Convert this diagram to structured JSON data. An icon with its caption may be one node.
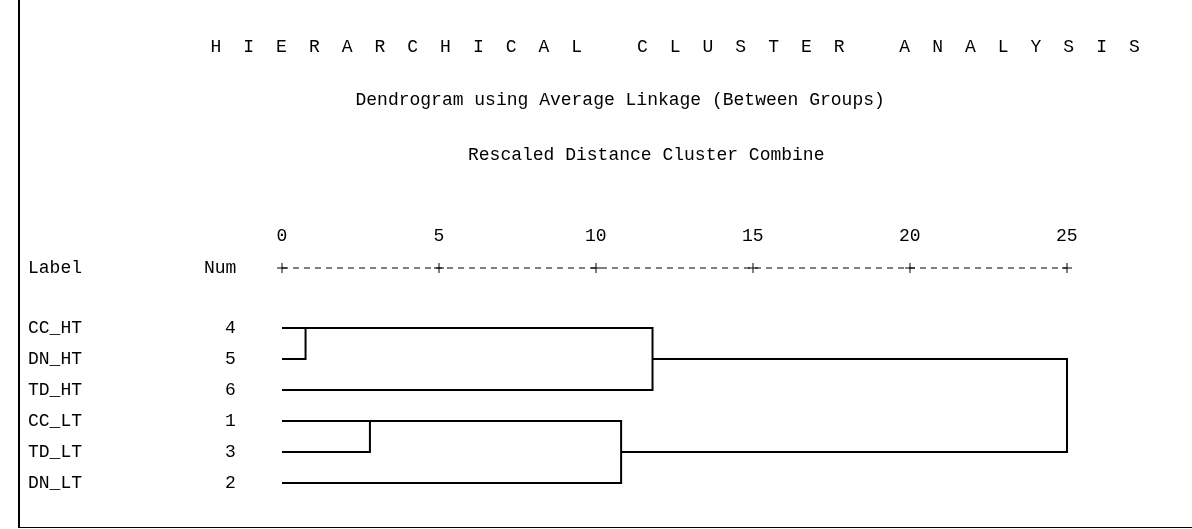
{
  "diagram": {
    "title": "HIERARCHICAL CLUSTER ANALYSIS",
    "labels": [
      "Dendrogram using Average Linkage (Between Groups)",
      "Rescaled Distance Cluster Combine",
      "0",
      "5",
      "10",
      "15",
      "20",
      "25",
      "Label",
      "Num",
      "CC_HT",
      "4",
      "DN_HT",
      "5",
      "TD_HT",
      "6",
      "CC_LT",
      "1",
      "TD_LT",
      "3",
      "DN_LT",
      "2"
    ]
  }
}
